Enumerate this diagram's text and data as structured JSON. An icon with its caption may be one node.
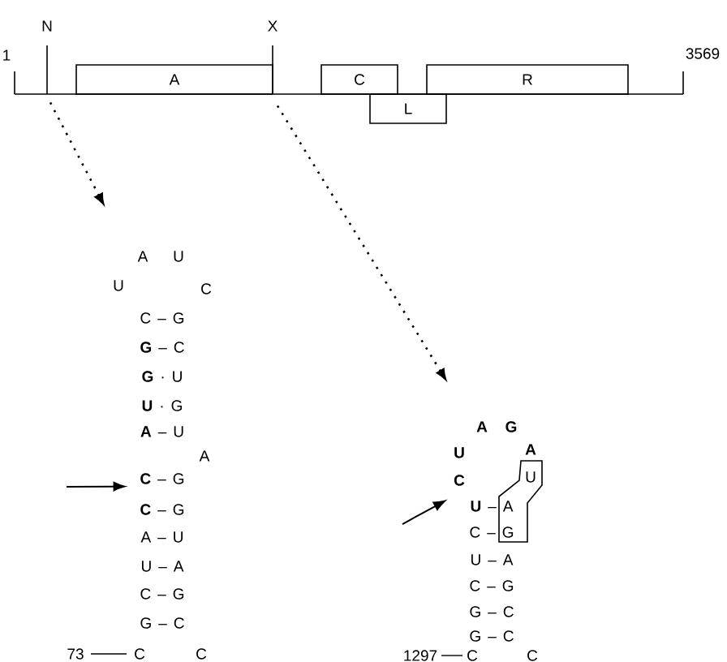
{
  "diagram": {
    "nodes": [
      {
        "text": [
          "N"
        ]
      },
      {
        "text": [
          "X"
        ]
      },
      {
        "text": [
          "A"
        ]
      },
      {
        "text": [
          "C"
        ]
      },
      {
        "text": [
          "L"
        ]
      },
      {
        "text": [
          "R"
        ]
      },
      {
        "text": [
          "A",
          "U",
          "U",
          "C",
          "C – G",
          "**G** – C",
          "**G** · U",
          "**U** · G",
          "**A** – U",
          "A",
          "**C** – G",
          "**C** – G",
          "A – U",
          "U – A",
          "C – G",
          "G – C",
          "C",
          "C"
        ],
        "beside": [
          "73"
        ]
      },
      {
        "text": [
          "**A**",
          "**G**",
          "**U**",
          "**A**",
          "**C**",
          "U",
          "**U** – A",
          "C – G",
          "U – A",
          "C – G",
          "G – C",
          "G – C",
          "C",
          "C"
        ]
      }
    ],
    "edges": [
      {
        "from": 0,
        "to": 6,
        "arrow": "to",
        "style": "dashed"
      },
      {
        "from": 1,
        "to": 7,
        "arrow": "to",
        "style": "dashed"
      },
      {
        "from": null,
        "to": 6,
        "arrow": "to"
      },
      {
        "from": null,
        "to": 7,
        "arrow": "to"
      }
    ],
    "labels": [
      "1",
      "3569",
      "1297"
    ]
  }
}
